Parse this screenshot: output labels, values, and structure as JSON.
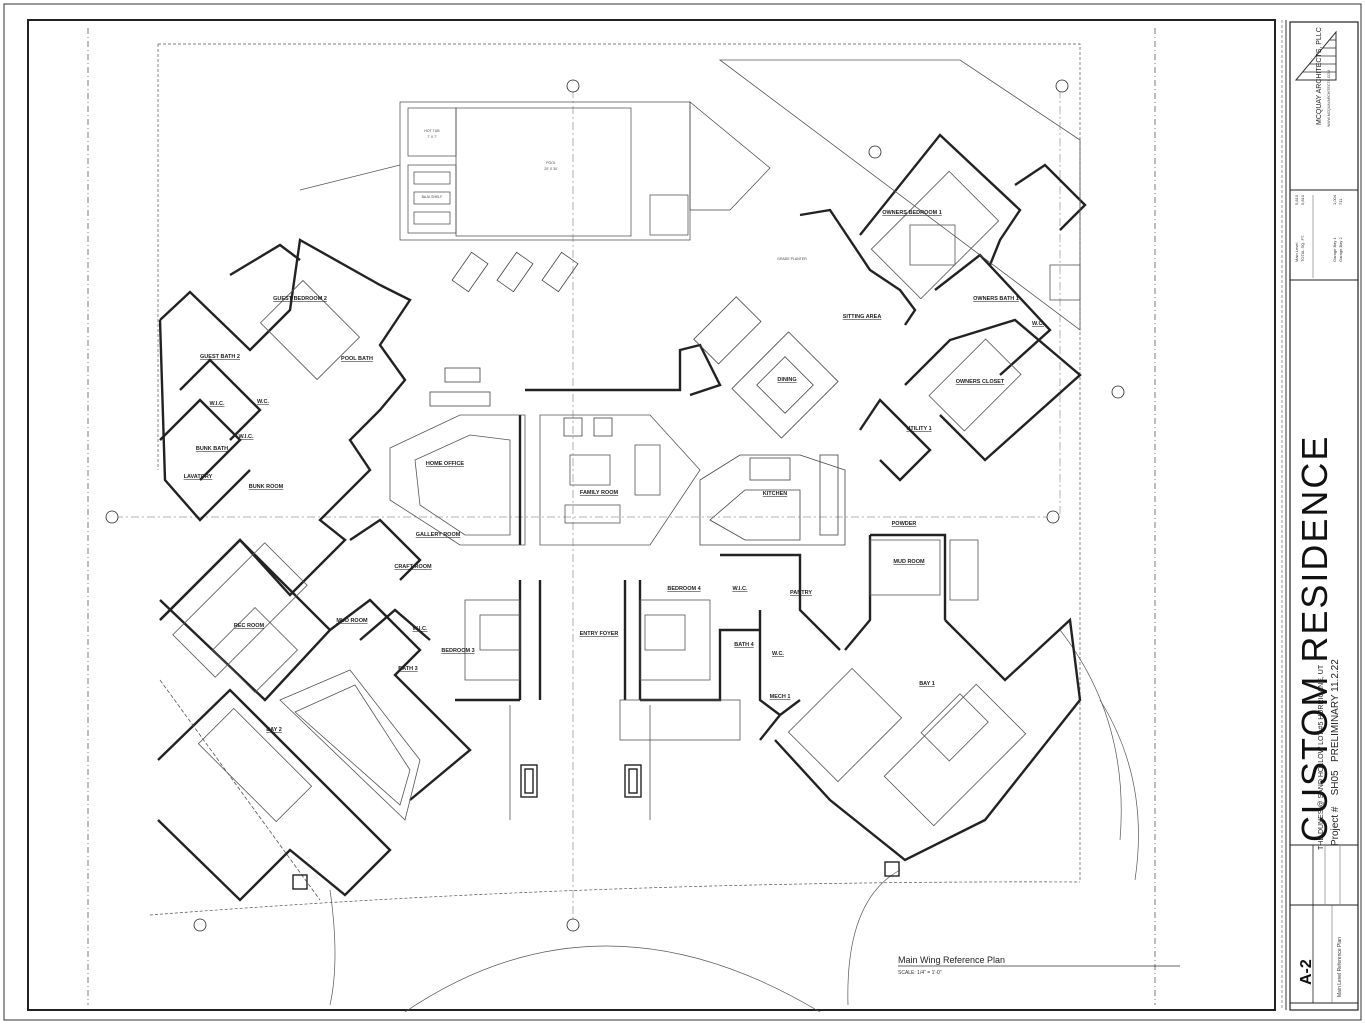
{
  "title_block": {
    "project_name": "CUSTOM RESIDENCE",
    "address": "THE DUNES @ SAND HOLLOW   LOT #5        HURRICANE, UT",
    "project_label": "Project #",
    "project_number": "SH05",
    "phase": "PRELIMINARY 11.2.22",
    "firm": "MCQUAY ARCHITECTS, PLLC",
    "firm_contact": "WWW.MCQUAYARCHITECTS.COM",
    "sheet_number": "A-2",
    "sheet_name": "Main Level Reference Plan",
    "areas": {
      "main_level_label": "Main Level",
      "main_level_value": "5,810",
      "total_label": "TOTAL SQ. FT.",
      "total_value": "5,810",
      "garage1_label": "Garage Bay 1",
      "garage1_value": "1,004",
      "garage2_label": "Garage Bay 2",
      "garage2_value": "711"
    }
  },
  "plan": {
    "title": "Main Wing Reference Plan",
    "scale": "SCALE:  1/4\" = 1'-0\""
  },
  "rooms": {
    "hot_tub": "HOT TUB",
    "hot_tub_size": "7' X 7'",
    "pool": "POOL",
    "pool_size": "20' X 30'",
    "baja_shelf": "BAJA SHELF",
    "grade_planter": "GRADE PLANTER",
    "guest_bedroom_2": "GUEST BEDROOM 2",
    "guest_bath_2": "GUEST BATH 2",
    "pool_bath": "POOL BATH",
    "wic_a": "W.I.C.",
    "wc_a": "W.C.",
    "bunk_bath": "BUNK BATH",
    "lavatory": "LAVATORY",
    "bunk_room": "BUNK ROOM",
    "home_office": "HOME OFFICE",
    "family_room": "FAMILY ROOM",
    "gallery_room": "GALLERY ROOM",
    "craft_room": "CRAFT ROOM",
    "rec_room": "REC ROOM",
    "mud_room_west": "MUD ROOM",
    "wic_b": "W.I.C.",
    "bath_3": "BATH 3",
    "bedroom_3": "BEDROOM 3",
    "entry_foyer": "ENTRY FOYER",
    "bedroom_4": "BEDROOM 4",
    "wic_c": "W.I.C.",
    "bath_4": "BATH 4",
    "pantry": "PANTRY",
    "wc_b": "W.C.",
    "mech_1": "MECH 1",
    "kitchen": "KITCHEN",
    "dining": "DINING",
    "sitting_area": "SITTING AREA",
    "owners_bedroom_1": "OWNERS BEDROOM 1",
    "owners_bath_1": "OWNERS BATH 1",
    "wc_c": "W.C.",
    "owners_closet": "OWNERS CLOSET",
    "utility_1": "UTILITY 1",
    "powder": "POWDER",
    "mud_room_east": "MUD ROOM",
    "bay_1": "BAY 1",
    "bay_2": "BAY 2"
  }
}
